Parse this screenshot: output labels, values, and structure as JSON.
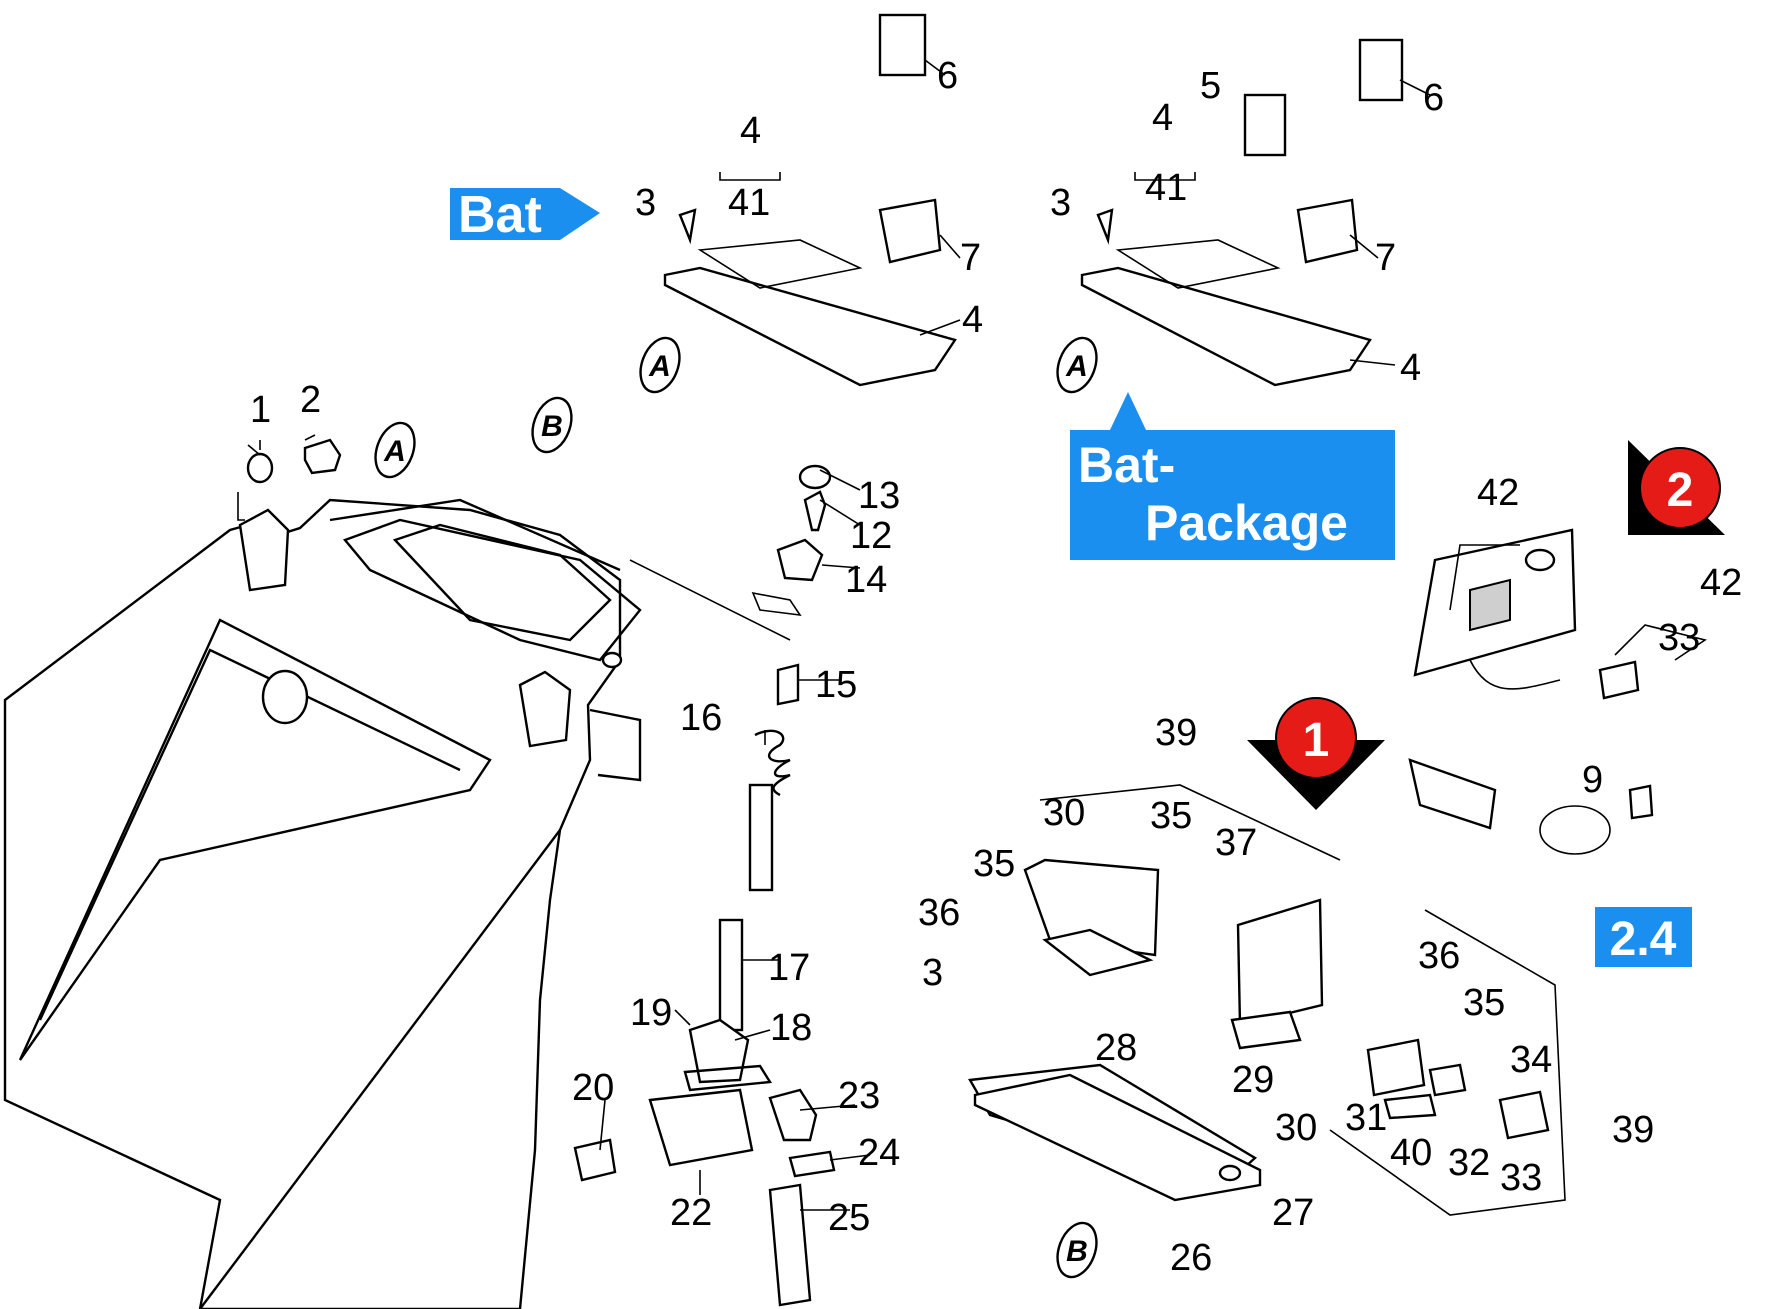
{
  "tags": {
    "bat": "Bat",
    "bat_package_line1": "Bat-",
    "bat_package_line2": "Package",
    "ref_2_4": "2.4"
  },
  "badges": {
    "one": "1",
    "two": "2"
  },
  "detail_markers": {
    "a": "A",
    "b": "B"
  },
  "colors": {
    "tag_blue": "#1a8fef",
    "badge_red": "#e41b17",
    "outline": "#000000"
  },
  "part_labels": {
    "p1": "1",
    "p2": "2",
    "p3a": "3",
    "p3b": "3",
    "p3c": "3",
    "p4a_top": "4",
    "p41a": "41",
    "p4a_side": "4",
    "p4b_top": "4",
    "p41b": "41",
    "p4b_side": "4",
    "p5": "5",
    "p6a": "6",
    "p6b": "6",
    "p7a": "7",
    "p7b": "7",
    "p9": "9",
    "p12": "12",
    "p13": "13",
    "p14": "14",
    "p15": "15",
    "p16": "16",
    "p17": "17",
    "p18": "18",
    "p19": "19",
    "p20": "20",
    "p22": "22",
    "p23": "23",
    "p24": "24",
    "p25": "25",
    "p26": "26",
    "p27": "27",
    "p28": "28",
    "p29": "29",
    "p30a": "30",
    "p30b": "30",
    "p31": "31",
    "p32": "32",
    "p33a": "33",
    "p33b": "33",
    "p34": "34",
    "p35a": "35",
    "p35b": "35",
    "p35c": "35",
    "p36a": "36",
    "p36b": "36",
    "p37": "37",
    "p39a": "39",
    "p39b": "39",
    "p40": "40",
    "p42a": "42",
    "p42b": "42"
  }
}
